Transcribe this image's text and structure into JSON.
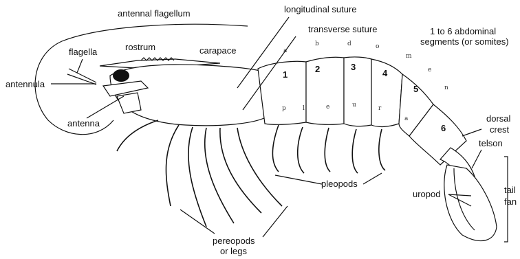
{
  "labels": {
    "antennal_flagellum": "antennal flagellum",
    "longitudinal_suture": "longitudinal suture",
    "transverse_suture": "transverse suture",
    "segments_line1": "1 to 6 abdominal",
    "segments_line2": "segments (or somites)",
    "flagella": "flagella",
    "rostrum": "rostrum",
    "carapace": "carapace",
    "antennula": "antennula",
    "antenna": "antenna",
    "dorsal_line1": "dorsal",
    "dorsal_line2": "crest",
    "telson": "telson",
    "pleopods": "pleopods",
    "uropod": "uropod",
    "tail_line1": "tail",
    "tail_line2": "fan",
    "pereopods_line1": "pereopods",
    "pereopods_line2": "or legs"
  },
  "segment_numbers": [
    "1",
    "2",
    "3",
    "4",
    "5",
    "6"
  ],
  "abdomen_letters": [
    "a",
    "b",
    "d",
    "o",
    "m",
    "e",
    "n"
  ],
  "segment_letters": [
    "p",
    "l",
    "e",
    "u",
    "r",
    "a"
  ]
}
